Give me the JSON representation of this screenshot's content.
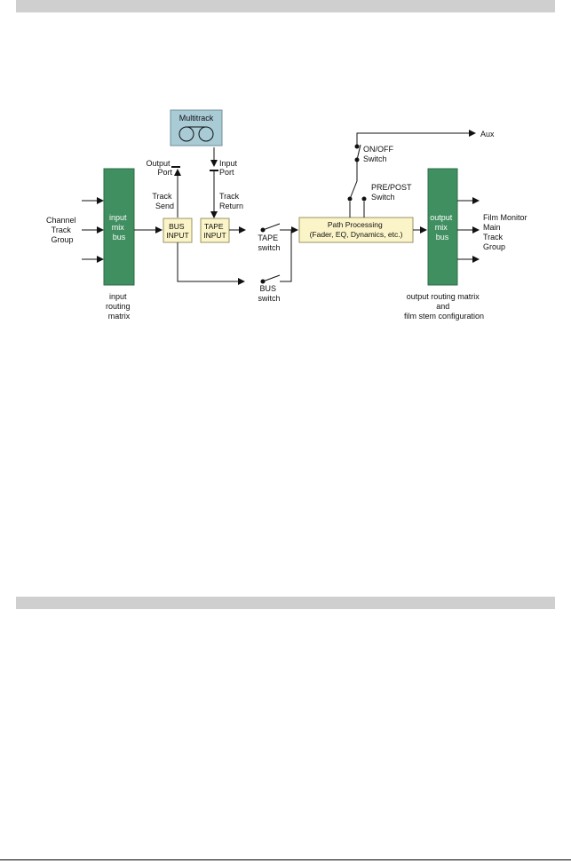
{
  "diagram": {
    "multitrack": "Multitrack",
    "output_port": [
      "Output",
      "Port"
    ],
    "input_port": [
      "Input",
      "Port"
    ],
    "track_send": [
      "Track",
      "Send"
    ],
    "track_return": [
      "Track",
      "Return"
    ],
    "input_mix_bus": [
      "input",
      "mix",
      "bus"
    ],
    "input_routing_matrix": [
      "input",
      "routing",
      "matrix"
    ],
    "channel_track_group": [
      "Channel",
      "Track",
      "Group"
    ],
    "bus_input": [
      "BUS",
      "INPUT"
    ],
    "tape_input": [
      "TAPE",
      "INPUT"
    ],
    "tape_switch": [
      "TAPE",
      "switch"
    ],
    "bus_switch": [
      "BUS",
      "switch"
    ],
    "path_processing": [
      "Path Processing",
      "(Fader, EQ, Dynamics, etc.)"
    ],
    "on_off_switch": [
      "ON/OFF",
      "Switch"
    ],
    "pre_post_switch": [
      "PRE/POST",
      "Switch"
    ],
    "aux": "Aux",
    "output_mix_bus": [
      "output",
      "mix",
      "bus"
    ],
    "film_monitor_group": [
      "Film Monitor",
      "Main",
      "Track",
      "Group"
    ],
    "output_routing": [
      "output routing matrix",
      "and",
      "film stem configuration"
    ]
  },
  "colors": {
    "bus_green": "#3f8f60",
    "box_cream": "#fbf4c8",
    "multitrack_blue": "#a9cbd6",
    "band_gray": "#cfcfcf"
  }
}
